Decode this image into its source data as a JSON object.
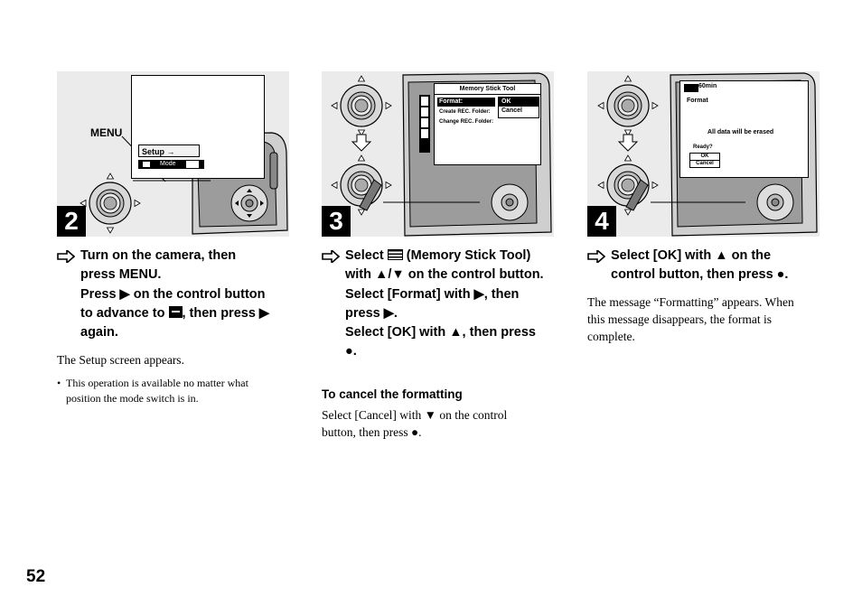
{
  "page_number": "52",
  "step2": {
    "number": "2",
    "menu_label": "MENU",
    "lcd": {
      "setup": "Setup",
      "setup_arrow": "→",
      "mode": "Mode"
    },
    "instruction": {
      "line1": "Turn on the camera, then",
      "line2": "press MENU.",
      "line3": "Press ▶ on the control button",
      "line4a": "to advance to",
      "line4b": ", then press ▶",
      "line5": "again."
    },
    "body": "The Setup screen appears.",
    "note_bullet": "•",
    "note_line1": "This operation is available no matter what",
    "note_line2": "position the mode switch is in."
  },
  "step3": {
    "number": "3",
    "lcd": {
      "title": "Memory Stick Tool",
      "format": "Format:",
      "ok": "OK",
      "cancel": "Cancel",
      "create": "Create REC. Folder:",
      "change": "Change REC. Folder:"
    },
    "instruction": {
      "line1a": "Select",
      "line1b": "(Memory Stick Tool)",
      "line2": "with ▲/▼ on the control button.",
      "line3": "Select [Format] with ▶, then",
      "line4": "press ▶.",
      "line5": "Select [OK] with ▲, then press",
      "line6": "●."
    },
    "cancel_heading": "To cancel the formatting",
    "cancel_line1": "Select [Cancel] with ▼ on the control",
    "cancel_line2": "button, then press ●."
  },
  "step4": {
    "number": "4",
    "lcd": {
      "battery": "60min",
      "format": "Format",
      "erase": "All data will be erased",
      "ready": "Ready?",
      "ok": "OK",
      "cancel": "Cancel"
    },
    "instruction": {
      "line1": "Select [OK] with ▲ on the",
      "line2": "control button, then press ●."
    },
    "body_line1": "The message “Formatting” appears. When",
    "body_line2": "this message disappears, the format is",
    "body_line3": "complete."
  },
  "icons": [
    "arrow-right-icon",
    "control-button-icon",
    "memory-stick-tool-icon",
    "setup-toolbox-icon",
    "camera-body-illustration",
    "press-hand-arrow-icon"
  ]
}
